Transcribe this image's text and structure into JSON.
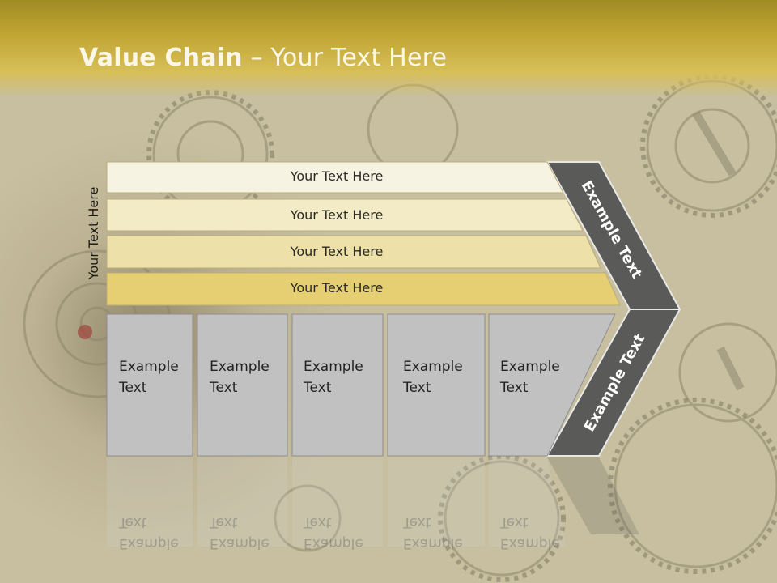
{
  "title": {
    "bold": "Value Chain",
    "rest": " – Your Text Here"
  },
  "side_label": "Your Text Here",
  "bands": [
    {
      "label": "Your Text Here",
      "color": "#f6f3e3"
    },
    {
      "label": "Your Text Here",
      "color": "#f2ebc6"
    },
    {
      "label": "Your Text Here",
      "color": "#ede0a8"
    },
    {
      "label": "Your Text Here",
      "color": "#e6cf73"
    }
  ],
  "boxes": [
    {
      "line1": "Example",
      "line2": "Text"
    },
    {
      "line1": "Example",
      "line2": "Text"
    },
    {
      "line1": "Example",
      "line2": "Text"
    },
    {
      "line1": "Example",
      "line2": "Text"
    },
    {
      "line1": "Example",
      "line2": "Text"
    }
  ],
  "chevron_top": "Example Text",
  "chevron_bottom": "Example Text",
  "colors": {
    "box": "#c1c1c1",
    "chevron": "#5a5a58",
    "title_bar": "#c1a532"
  }
}
